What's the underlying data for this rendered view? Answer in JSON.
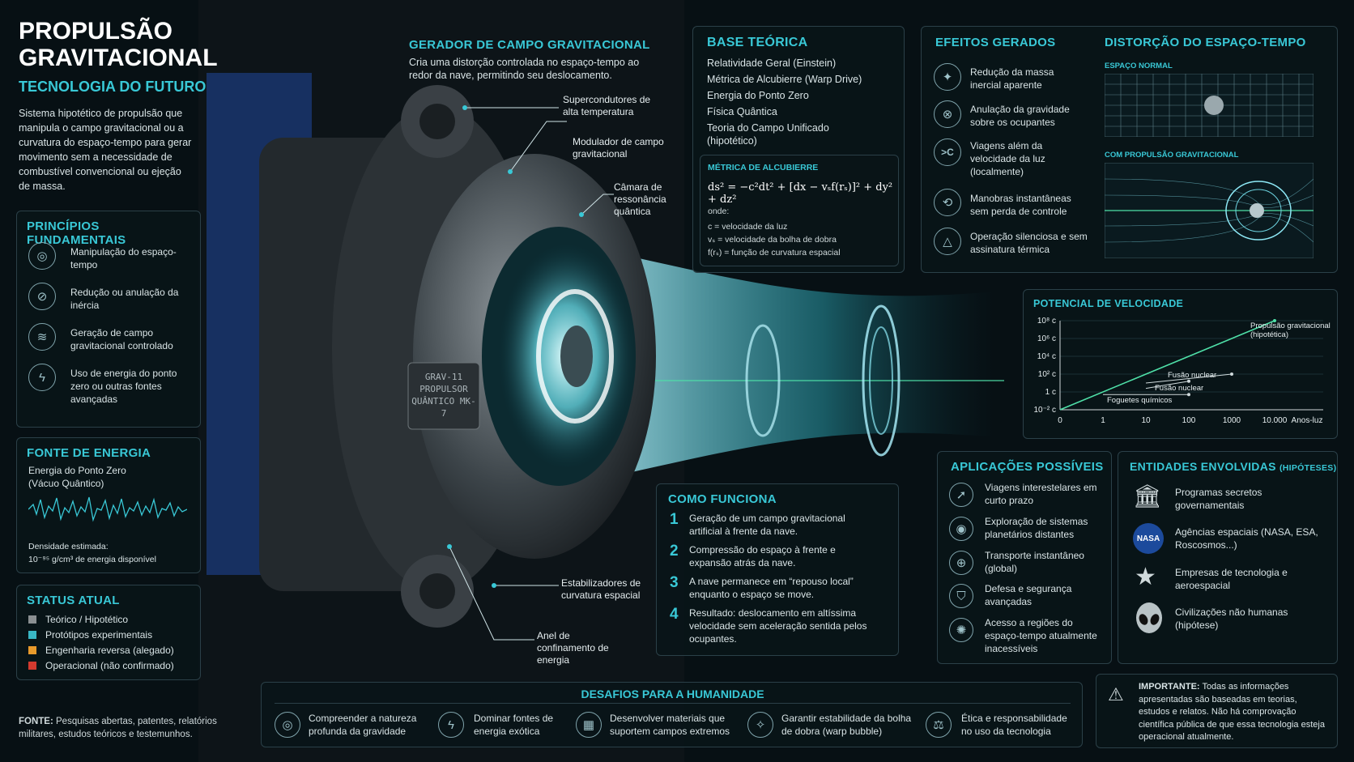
{
  "header": {
    "title_line1": "PROPULSÃO",
    "title_line2": "GRAVITACIONAL",
    "subtitle": "TECNOLOGIA DO FUTURO",
    "intro": "Sistema hipotético de propulsão que manipula o campo gravitacional ou a curvatura do espaço-tempo para gerar movimento sem a necessidade de combustível convencional ou ejeção de massa."
  },
  "principles": {
    "title": "PRINCÍPIOS FUNDAMENTAIS",
    "items": [
      {
        "icon": "spiral-icon",
        "label": "Manipulação do espaço-tempo"
      },
      {
        "icon": "no-inertia-icon",
        "label": "Redução ou anulação da inércia"
      },
      {
        "icon": "field-icon",
        "label": "Geração de campo gravitacional controlado"
      },
      {
        "icon": "energy-icon",
        "label": "Uso de energia do ponto zero ou outras fontes avançadas"
      }
    ]
  },
  "energy": {
    "title": "FONTE DE ENERGIA",
    "source": "Energia do Ponto Zero (Vácuo Quântico)",
    "density_label": "Densidade estimada:",
    "density_value": "10⁻⁹⁵ g/cm³ de energia disponível"
  },
  "status": {
    "title": "STATUS ATUAL",
    "items": [
      {
        "label": "Teórico / Hipotético",
        "color": "#8a8f91"
      },
      {
        "label": "Protótipos experimentais",
        "color": "#39b7c4"
      },
      {
        "label": "Engenharia reversa (alegado)",
        "color": "#e89a2b"
      },
      {
        "label": "Operacional (não confirmado)",
        "color": "#d43a2f"
      }
    ]
  },
  "footer_source": {
    "label": "FONTE:",
    "text": "Pesquisas abertas, patentes, relatórios militares, estudos teóricos e testemunhos."
  },
  "generator": {
    "title": "GERADOR DE CAMPO GRAVITACIONAL",
    "desc": "Cria uma distorção controlada no espaço-tempo ao redor da nave, permitindo seu deslocamento."
  },
  "callouts": {
    "superconductors": "Supercondutores de alta temperatura",
    "modulator": "Modulador de campo gravitacional",
    "chamber": "Câmara de ressonância quântica",
    "stabilizers": "Estabilizadores de curvatura espacial",
    "ring": "Anel de confinamento de energia"
  },
  "plate": {
    "text": "GRAV-11 PROPULSOR QUÂNTICO MK-7"
  },
  "theory": {
    "title": "BASE TEÓRICA",
    "items": [
      "Relatividade Geral (Einstein)",
      "Métrica de Alcubierre (Warp Drive)",
      "Energia do Ponto Zero",
      "Física Quântica",
      "Teoria do Campo Unificado (hipotético)"
    ],
    "metric_title": "MÉTRICA DE ALCUBIERRE",
    "formula": "ds² = −c²dt² + [dx − vₛf(rₛ)]² + dy² + dz²",
    "where": "onde:",
    "defs": [
      "c = velocidade da luz",
      "vₛ = velocidade da bolha de dobra",
      "f(rₛ) = função de curvatura espacial"
    ]
  },
  "effects": {
    "title": "EFEITOS GERADOS",
    "items": [
      {
        "icon": "mass-icon",
        "label": "Redução da massa inercial aparente"
      },
      {
        "icon": "no-gravity-icon",
        "label": "Anulação da gravidade sobre os ocupantes"
      },
      {
        "icon": "faster-than-light-icon",
        "glyph": ">C",
        "label": "Viagens além da velocidade da luz (localmente)"
      },
      {
        "icon": "maneuver-icon",
        "label": "Manobras instantâneas sem perda de controle"
      },
      {
        "icon": "silent-icon",
        "label": "Operação silenciosa e sem assinatura térmica"
      }
    ]
  },
  "distortion": {
    "title": "DISTORÇÃO DO ESPAÇO-TEMPO",
    "normal_label": "ESPAÇO NORMAL",
    "propulsion_label": "COM PROPULSÃO GRAVITACIONAL"
  },
  "speed": {
    "title": "POTENCIAL DE VELOCIDADE",
    "y_ticks": [
      "10⁸ c",
      "10⁶ c",
      "10⁴ c",
      "10² c",
      "1 c",
      "10⁻² c"
    ],
    "x_ticks": [
      "0",
      "1",
      "10",
      "100",
      "1000",
      "10.000",
      "Anos-luz"
    ],
    "annotations": {
      "grav": "Propulsão gravitacional (hipotética)",
      "fusion1": "Fusão nuclear",
      "fusion2": "Fusão nuclear",
      "chemical": "Foguetes químicos"
    }
  },
  "chart_data": {
    "type": "line",
    "title": "POTENCIAL DE VELOCIDADE",
    "xlabel": "Anos-luz",
    "ylabel": "",
    "x": [
      "0",
      "1",
      "10",
      "100",
      "1000",
      "10.000"
    ],
    "y_ticks": [
      "10⁻² c",
      "1 c",
      "10² c",
      "10⁴ c",
      "10⁶ c",
      "10⁸ c"
    ],
    "series": [
      {
        "name": "Propulsão gravitacional (hipotética)",
        "points": [
          [
            0,
            -2
          ],
          [
            10000,
            8
          ]
        ]
      },
      {
        "name": "Fusão nuclear",
        "points": [
          [
            10,
            1
          ],
          [
            1000,
            2
          ]
        ]
      },
      {
        "name": "Fusão nuclear",
        "points": [
          [
            10,
            0.4
          ],
          [
            100,
            1.2
          ]
        ]
      },
      {
        "name": "Foguetes químicos",
        "points": [
          [
            1,
            -0.3
          ],
          [
            100,
            -0.3
          ]
        ]
      }
    ],
    "scale": "log",
    "grid": true
  },
  "applications": {
    "title": "APLICAÇÕES POSSÍVEIS",
    "items": [
      {
        "icon": "rocket-icon",
        "label": "Viagens interestelares em curto prazo"
      },
      {
        "icon": "planet-icon",
        "label": "Exploração de sistemas planetários distantes"
      },
      {
        "icon": "globe-icon",
        "label": "Transporte instantâneo (global)"
      },
      {
        "icon": "shield-icon",
        "label": "Defesa e segurança avançadas"
      },
      {
        "icon": "wormhole-icon",
        "label": "Acesso a regiões do espaço-tempo atualmente inacessíveis"
      }
    ]
  },
  "entities": {
    "title": "ENTIDADES ENVOLVIDAS",
    "title_suffix": "(HIPÓTESES)",
    "items": [
      {
        "icon": "government-icon",
        "label": "Programas secretos governamentais"
      },
      {
        "icon": "nasa-logo-icon",
        "logo_text": "NASA",
        "label": "Agências espaciais (NASA, ESA, Roscosmos...)"
      },
      {
        "icon": "aerospace-icon",
        "label": "Empresas de tecnologia e aeroespacial"
      },
      {
        "icon": "alien-icon",
        "label": "Civilizações não humanas (hipótese)"
      }
    ]
  },
  "how": {
    "title": "COMO FUNCIONA",
    "steps": [
      {
        "n": "1",
        "text": "Geração de um campo gravitacional artificial à frente da nave."
      },
      {
        "n": "2",
        "text": "Compressão do espaço à frente e expansão atrás da nave."
      },
      {
        "n": "3",
        "text": "A nave permanece em “repouso local” enquanto o espaço se move."
      },
      {
        "n": "4",
        "text": "Resultado: deslocamento em altíssima velocidade sem aceleração sentida pelos ocupantes."
      }
    ]
  },
  "challenges": {
    "title": "DESAFIOS PARA A HUMANIDADE",
    "items": [
      {
        "icon": "gravity-icon",
        "label": "Compreender a natureza profunda da gravidade"
      },
      {
        "icon": "bolt-icon",
        "label": "Dominar fontes de energia exótica"
      },
      {
        "icon": "materials-icon",
        "label": "Desenvolver materiais que suportem campos extremos"
      },
      {
        "icon": "stability-icon",
        "label": "Garantir estabilidade da bolha de dobra (warp bubble)"
      },
      {
        "icon": "ethics-icon",
        "label": "Ética e responsabilidade no uso da tecnologia"
      }
    ]
  },
  "important": {
    "label": "IMPORTANTE:",
    "text": "Todas as informações apresentadas são baseadas em teorias, estudos e relatos. Não há comprovação científica pública de que essa tecnologia esteja operacional atualmente."
  }
}
